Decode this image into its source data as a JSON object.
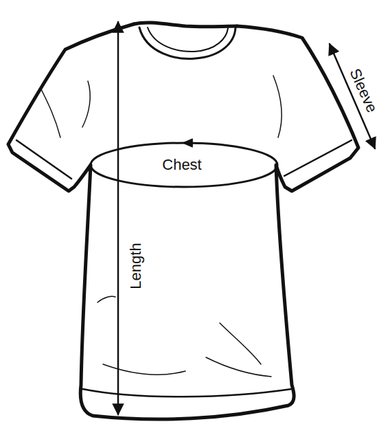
{
  "diagram": {
    "labels": [
      "Sleeve",
      "Chest",
      "Length"
    ]
  }
}
